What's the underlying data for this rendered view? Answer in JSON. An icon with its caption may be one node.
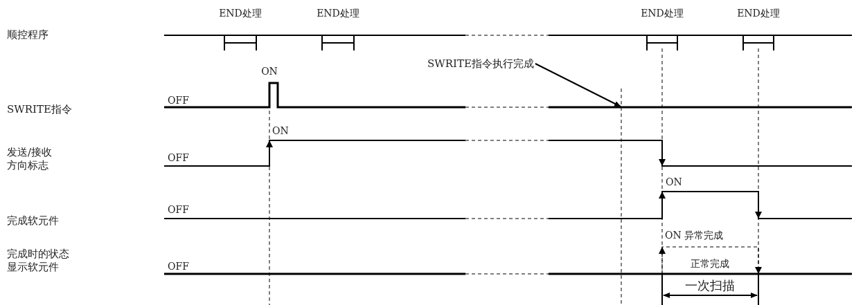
{
  "diagram": {
    "nodes": [
      {
        "text": [
          "SWRITE指令执行完成"
        ]
      },
      {
        "text": [],
        "shape": "line"
      }
    ],
    "edges": [
      {
        "from": 0,
        "to": 1,
        "arrow": "to"
      }
    ],
    "labels": [
      "END处理",
      "END处理",
      "END处理",
      "END处理",
      "顺控程序",
      "ON",
      "OFF",
      "SWRITE指令",
      "ON",
      "OFF",
      "发送/接收方向标志",
      "ON",
      "OFF",
      "完成软元件",
      "ON 异常完成",
      "正常完成",
      "完成时的状态显示软元件",
      "OFF",
      "一次扫描"
    ]
  }
}
